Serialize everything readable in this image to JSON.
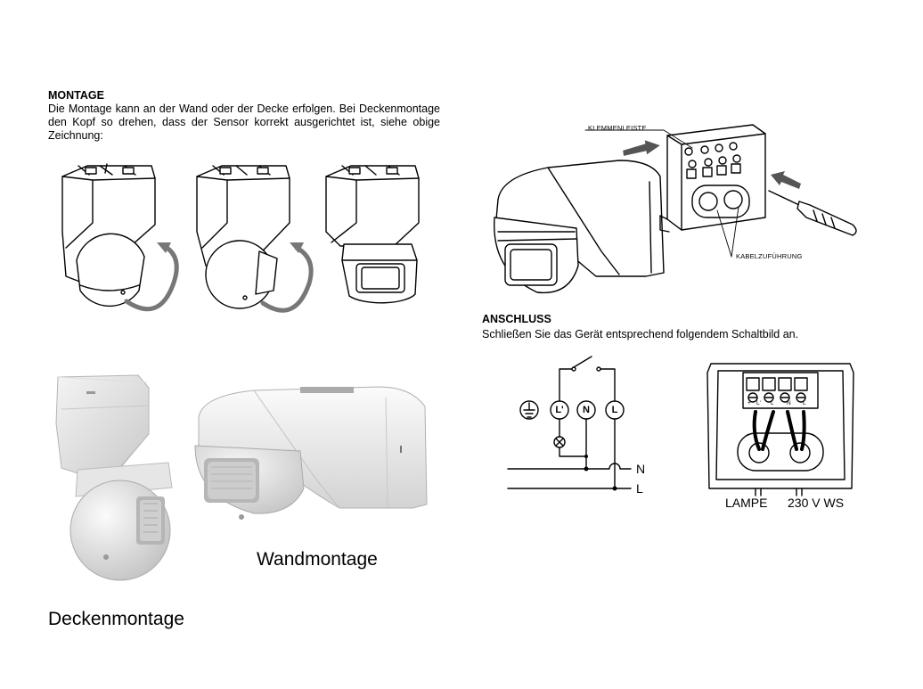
{
  "montage": {
    "heading": "MONTAGE",
    "text": "Die Montage kann an der Wand oder der Decke erfolgen. Bei Deckenmontage den Kopf so drehen, dass der Sensor korrekt ausgerichtet ist, siehe obige Zeichnung:"
  },
  "exploded": {
    "label_terminal": "KLEMMENLEISTE",
    "label_cable": "KABELZUFÜHRUNG"
  },
  "anschluss": {
    "heading": "ANSCHLUSS",
    "text": "Schließen Sie das Gerät entsprechend folgendem Schaltbild an."
  },
  "schematic": {
    "symbols": [
      "L'",
      "N",
      "L"
    ],
    "line_n": "N",
    "line_l": "L"
  },
  "terminal_block": {
    "terminals": [
      "+",
      "L'",
      "L",
      "N",
      "L"
    ],
    "label_lamp": "LAMPE",
    "label_supply": "230 V WS"
  },
  "captions": {
    "wall": "Wandmontage",
    "ceiling": "Deckenmontage"
  }
}
